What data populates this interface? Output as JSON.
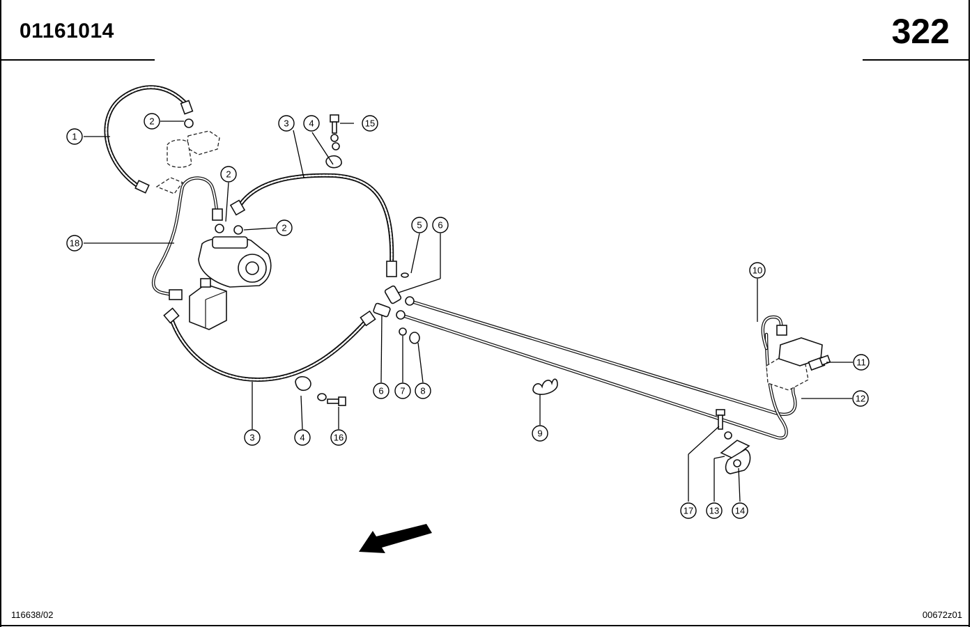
{
  "header": {
    "document_number": "01161014",
    "page_number": "322"
  },
  "footer": {
    "left_code": "116638/02",
    "right_code": "00672z01"
  },
  "callouts": [
    {
      "label": "1"
    },
    {
      "label": "2"
    },
    {
      "label": "2"
    },
    {
      "label": "2"
    },
    {
      "label": "3"
    },
    {
      "label": "3"
    },
    {
      "label": "4"
    },
    {
      "label": "4"
    },
    {
      "label": "5"
    },
    {
      "label": "6"
    },
    {
      "label": "6"
    },
    {
      "label": "7"
    },
    {
      "label": "8"
    },
    {
      "label": "9"
    },
    {
      "label": "10"
    },
    {
      "label": "11"
    },
    {
      "label": "12"
    },
    {
      "label": "13"
    },
    {
      "label": "14"
    },
    {
      "label": "15"
    },
    {
      "label": "16"
    },
    {
      "label": "17"
    },
    {
      "label": "18"
    }
  ]
}
